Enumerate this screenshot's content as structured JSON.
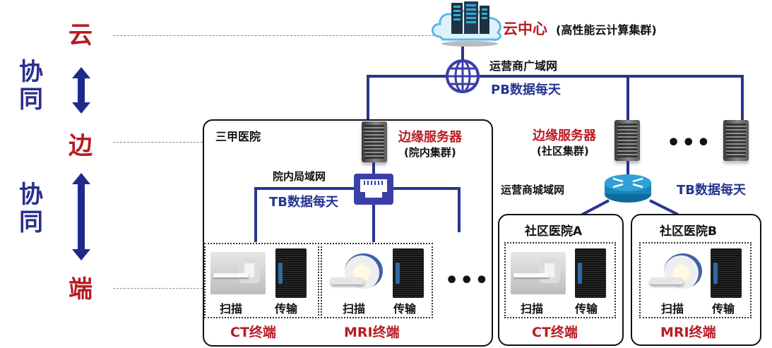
{
  "levels": {
    "cloud": "云",
    "edge": "边",
    "end": "端",
    "collab_top": [
      "协",
      "同"
    ],
    "collab_bottom": [
      "协",
      "同"
    ]
  },
  "cloud_center": {
    "title": "云中心",
    "subtitle": "(高性能云计算集群)",
    "icon": "cloud-datacenter-icon"
  },
  "wan": {
    "label": "运营商广域网",
    "data_rate": "PB数据每天",
    "icon": "globe-icon"
  },
  "tertiary_hospital": {
    "title": "三甲医院",
    "edge_server_label": "边缘服务器",
    "edge_server_sublabel": "(院内集群)",
    "lan_label": "院内局域网",
    "lan_data_rate": "TB数据每天",
    "lan_icon": "ethernet-port-icon",
    "terminals": [
      {
        "name": "CT终端",
        "scan_label": "扫描",
        "transfer_label": "传输",
        "device": "ct-scanner"
      },
      {
        "name": "MRI终端",
        "scan_label": "扫描",
        "transfer_label": "传输",
        "device": "mri-scanner"
      }
    ],
    "more": "•••"
  },
  "community": {
    "edge_server_label": "边缘服务器",
    "edge_server_sublabel": "(社区集群)",
    "more_servers": "•••",
    "man_label": "运营商城域网",
    "man_data_rate": "TB数据每天",
    "router_icon": "router-icon",
    "hospitals": [
      {
        "title": "社区医院A",
        "terminal": {
          "name": "CT终端",
          "scan_label": "扫描",
          "transfer_label": "传输",
          "device": "ct-scanner"
        }
      },
      {
        "title": "社区医院B",
        "terminal": {
          "name": "MRI终端",
          "scan_label": "扫描",
          "transfer_label": "传输",
          "device": "mri-scanner"
        }
      }
    ]
  },
  "colors": {
    "level_red": "#b81c22",
    "collab_blue": "#2a2f8e",
    "wire_blue": "#283590"
  }
}
